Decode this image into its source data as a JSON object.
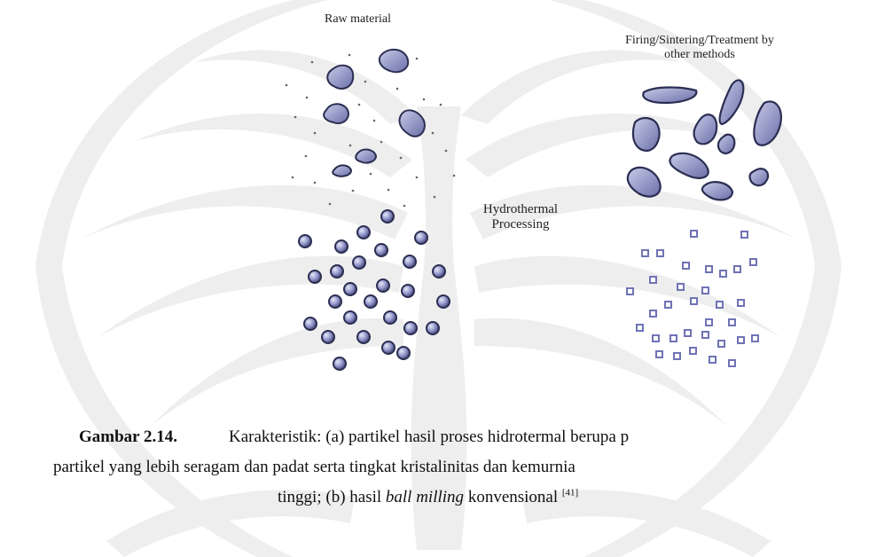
{
  "figure": {
    "labels": {
      "raw_material": "Raw material",
      "firing_line1": "Firing/Sintering/Treatment by",
      "firing_line2": "other methods",
      "hydro_line1": "Hydrothermal",
      "hydro_line2": "Processing"
    },
    "colors": {
      "particle_fill": "#8f93c9",
      "particle_stroke": "#2b2e52",
      "square_stroke": "#6f73b5",
      "watermark": "#eeeeee"
    }
  },
  "caption": {
    "label": "Gambar 2.14.",
    "line1": "Karakteristik: (a) partikel hasil  proses hidrotermal berupa p",
    "line2": "partikel yang lebih seragam dan padat serta tingkat kristalinitas dan kemurnia",
    "line3_a": "tinggi; (b) hasil ",
    "line3_italic": "ball milling",
    "line3_b": " konvensional ",
    "ref": "[41]"
  }
}
